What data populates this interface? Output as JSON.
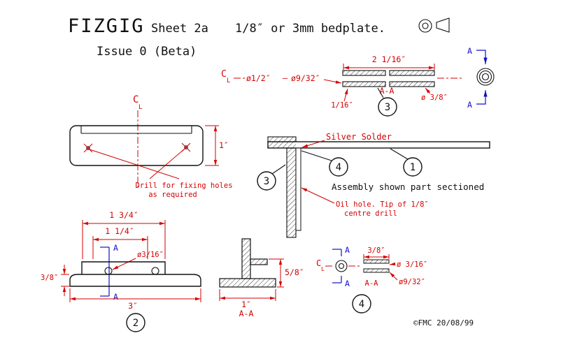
{
  "title": {
    "product": "FIZGIG",
    "sheet": "Sheet 2a",
    "spec": "1/8″ or 3mm bedplate.",
    "issue": "Issue 0 (Beta)"
  },
  "detail3": {
    "width": "2 1/16″",
    "bore1": "ø1/2″",
    "sep": "–",
    "bore2": "ø9/32″",
    "section": "A-A",
    "thickness": "1/16″",
    "balloon": "3",
    "dia": "ø 3/8″",
    "marker_top": "A",
    "marker_bottom": "A",
    "cl_c": "C",
    "cl_l": "L"
  },
  "plate": {
    "cl_c": "C",
    "cl_l": "L",
    "height": "1″",
    "note1": "Drill for fixing holes",
    "note2": "as required"
  },
  "front": {
    "width1": "1 3/4″",
    "width2": "1 1/4″",
    "hole_dia": "ø3/16″",
    "marker_top": "A",
    "marker_bottom": "A",
    "thickness": "3/8″",
    "width3": "3″",
    "balloon": "2"
  },
  "side": {
    "height": "5/8″",
    "width": "1″",
    "section": "A-A"
  },
  "assembly": {
    "solder": "Silver Solder",
    "balloon1": "1",
    "balloon3": "3",
    "balloon4": "4",
    "caption": "Assembly shown part sectioned",
    "oil1": "Oil hole. Tip of 1/8″",
    "oil2": "centre drill"
  },
  "detail4": {
    "cl_c": "C",
    "cl_l": "L",
    "marker_top": "A",
    "marker_bottom": "A",
    "width": "3/8″",
    "bore": "ø 3/16″",
    "dia": "ø9/32″",
    "section": "A-A",
    "balloon": "4"
  },
  "footer": {
    "copyright": "©FMC 20/08/99"
  }
}
